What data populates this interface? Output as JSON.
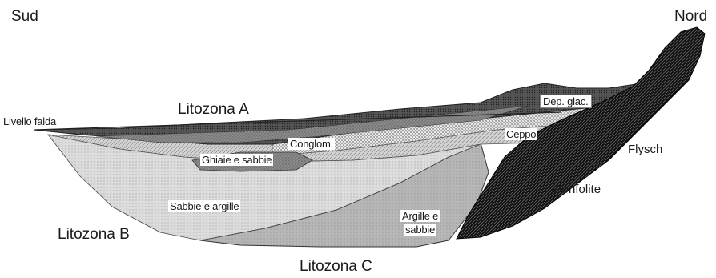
{
  "orientation": {
    "left": "Sud",
    "right": "Nord"
  },
  "labels": {
    "litozona_a": "Litozona A",
    "litozona_b": "Litozona B",
    "litozona_c": "Litozona C",
    "livello_falda": "Livello falda",
    "dep_glac": "Dep. glac.",
    "conglom": "Conglom.",
    "ceppo": "Ceppo",
    "ghiaie_sabbie": "Ghiaie e sabbie",
    "sabbie_argille": "Sabbie e argille",
    "argille_sabbie_1": "Argille e",
    "argille_sabbie_2": "sabbie",
    "flysch": "Flysch",
    "gonfolite": "Gonfolite"
  }
}
